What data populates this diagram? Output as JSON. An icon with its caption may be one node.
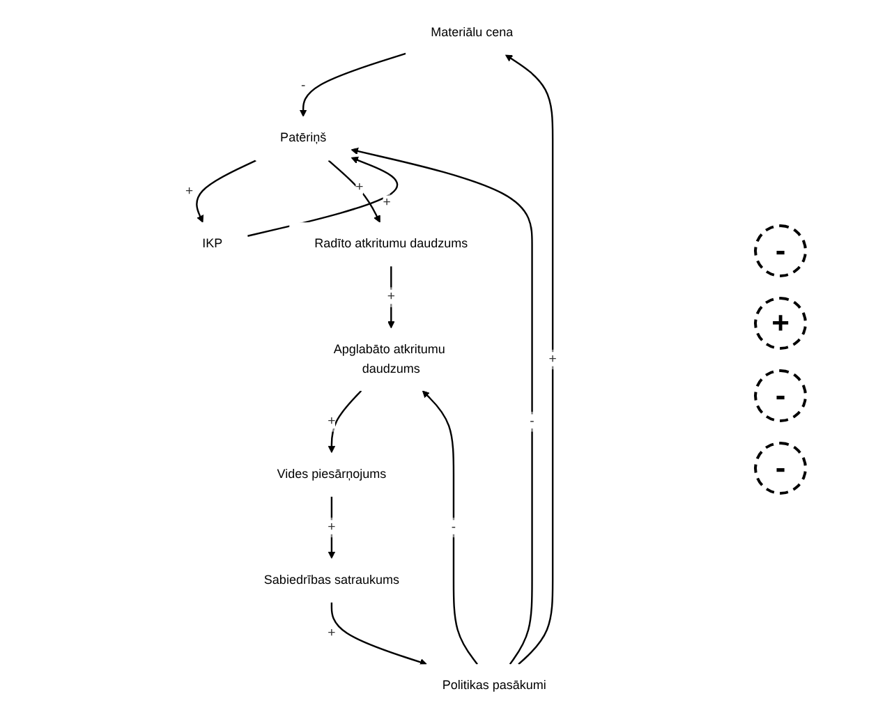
{
  "diagram": {
    "nodes": [
      {
        "text": [
          "Materiālu cena"
        ]
      },
      {
        "text": [
          "Politikas pasākumi"
        ]
      },
      {
        "text": [
          "IKP"
        ]
      },
      {
        "text": [
          "Patēriņš"
        ]
      },
      {
        "text": [
          "Sabiedrības satraukums"
        ]
      },
      {
        "text": [
          "Radīto atkritumu daudzums"
        ]
      },
      {
        "text": [
          "Vides piesārņojums"
        ]
      },
      {
        "text": [
          "Apglabāto atkritumu daudzums"
        ]
      }
    ],
    "edges": [
      {
        "from": 1,
        "to": 0,
        "arrow": "to",
        "label": "+"
      },
      {
        "from": 0,
        "to": 3,
        "arrow": "to",
        "label": "-"
      },
      {
        "from": 1,
        "to": 3,
        "arrow": "to",
        "label": "-"
      },
      {
        "from": 2,
        "to": 3,
        "arrow": "to",
        "label": "+"
      },
      {
        "from": 3,
        "to": 2,
        "arrow": "to",
        "label": "+"
      },
      {
        "from": 1,
        "to": 7,
        "arrow": "to",
        "label": "-"
      },
      {
        "from": 3,
        "to": 5,
        "arrow": "to",
        "label": "+"
      },
      {
        "from": 5,
        "to": 7,
        "arrow": "to",
        "label": "+"
      },
      {
        "from": 7,
        "to": 6,
        "arrow": "to",
        "label": "+"
      },
      {
        "from": 6,
        "to": 4,
        "arrow": "to",
        "label": "+"
      },
      {
        "from": 4,
        "to": 1,
        "arrow": "to",
        "label": "+"
      }
    ],
    "labels": [
      "-",
      "+",
      "-",
      "-"
    ]
  }
}
